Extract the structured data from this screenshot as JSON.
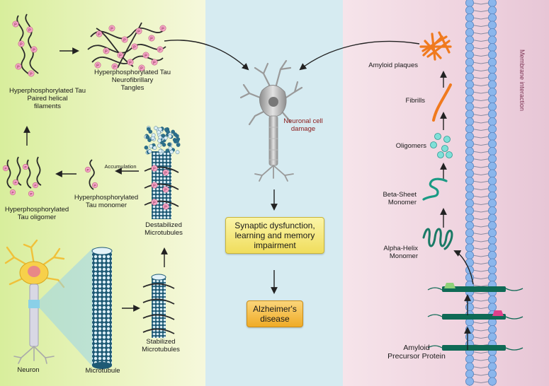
{
  "labels": {
    "tau_phf": "Hyperphosphorylated Tau\nPaired helical\nfilaments",
    "tau_nft": "Hyperphosphorylated Tau\nNeurofibrillary\nTangles",
    "tau_oligomer": "Hyperphosphorylated\nTau oligomer",
    "tau_monomer": "Hyperphosphorylated\nTau monomer",
    "accumulation": "Accumulation",
    "destabilized_mt": "Destabilized\nMicrotubules",
    "stabilized_mt": "Stabilized\nMicrotubules",
    "neuron": "Neuron",
    "microtubule": "Microtubule",
    "neuronal_damage": "Neuronal cell\ndamage",
    "synaptic": "Synaptic dysfunction,\nlearning and memory\nimpairment",
    "alzheimers": "Alzheimer's\ndisease",
    "amyloid_plaques": "Amyloid plaques",
    "fibrils": "Fibrills",
    "oligomers": "Oligomers",
    "beta_sheet": "Beta-Sheet\nMonomer",
    "alpha_helix": "Alpha-Helix\nMonomer",
    "app": "Amyloid\nPrecursor Protein",
    "membrane": "Membrane interaction"
  },
  "phospho_mark": "P",
  "colors": {
    "left_panel": "#d8ee9c",
    "mid_panel": "#d6ebf1",
    "right_panel": "#efd3df",
    "tau_strand": "#2a2a2a",
    "phospho": "#f4a6c8",
    "microtubule": "#2c6f8c",
    "amyloid": "#f07a1e",
    "beta_monomer": "#1f9a84",
    "oligomer_bead": "#7fe0d8",
    "membrane_bead": "#8ab6ec",
    "app_protein": "#0f6a55",
    "synaptic_box": "#f3e36a",
    "alzheimers_box": "#f2b43a"
  }
}
